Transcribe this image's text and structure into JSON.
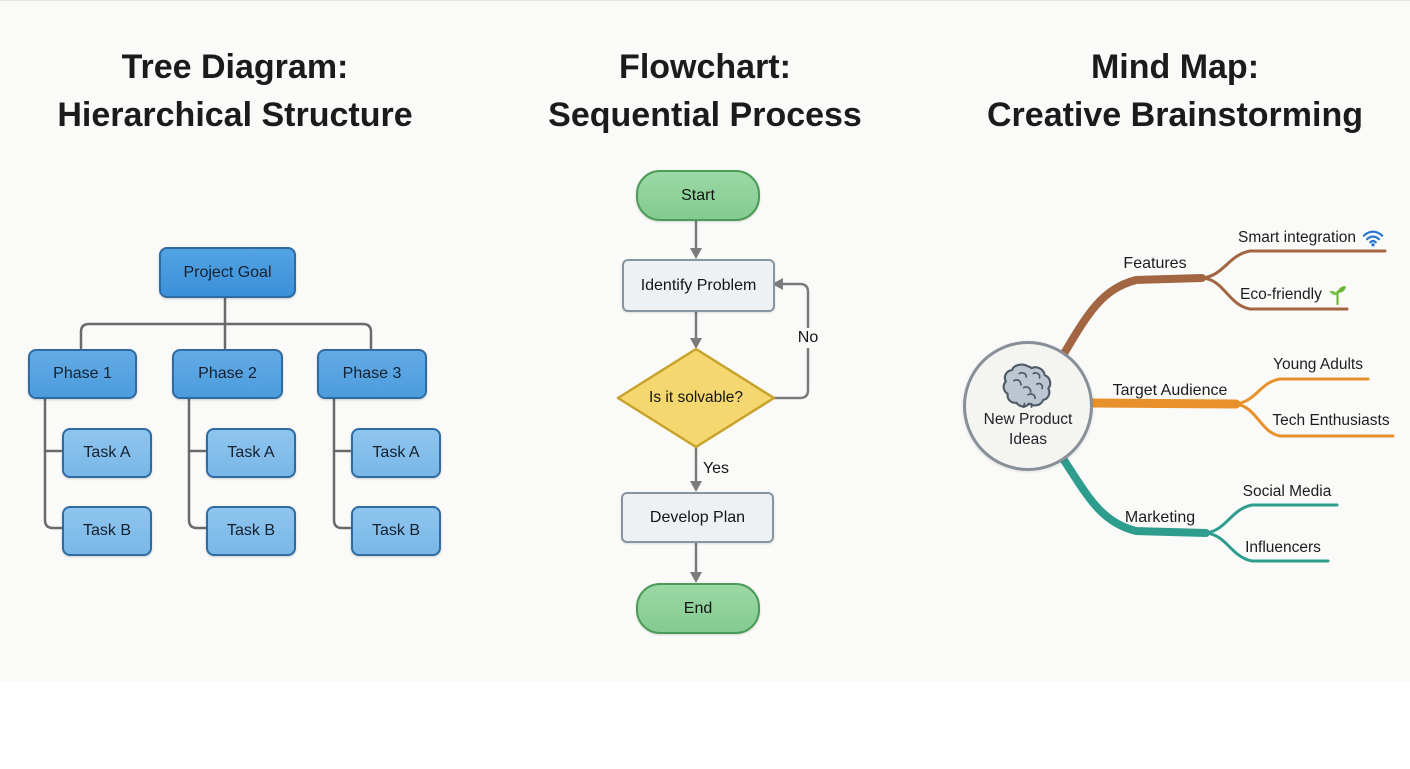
{
  "panels": {
    "tree": {
      "title1": "Tree Diagram:",
      "title2": "Hierarchical Structure",
      "root": "Project Goal",
      "phases": [
        "Phase 1",
        "Phase 2",
        "Phase 3"
      ],
      "tasks": [
        "Task A",
        "Task B"
      ],
      "colors": {
        "root_fill": "#3b90d8",
        "phase_fill": "#4c9cde",
        "task_fill": "#79b7e7",
        "node_border": "#2e6ba3",
        "connector": "#6a6a6a"
      }
    },
    "flow": {
      "title1": "Flowchart:",
      "title2": "Sequential Process",
      "start": "Start",
      "step1": "Identify Problem",
      "decision": "Is it solvable?",
      "no": "No",
      "yes": "Yes",
      "step2": "Develop Plan",
      "end": "End",
      "colors": {
        "terminal_fill": "#8fd19b",
        "terminal_border": "#4c9b58",
        "process_fill": "#eef1f4",
        "process_border": "#8695a2",
        "decision_fill": "#f4d76f",
        "decision_border": "#c9a22b",
        "arrow": "#7b7b7b"
      }
    },
    "mind": {
      "title1": "Mind Map:",
      "title2": "Creative Brainstorming",
      "center1": "New Product",
      "center2": "Ideas",
      "branches": [
        {
          "label": "Features",
          "color": "#a26742",
          "children": [
            {
              "label": "Smart integration",
              "icon": "wifi-icon"
            },
            {
              "label": "Eco-friendly",
              "icon": "sprout-icon"
            }
          ]
        },
        {
          "label": "Target Audience",
          "color": "#e8912c",
          "children": [
            {
              "label": "Young Adults"
            },
            {
              "label": "Tech Enthusiasts"
            }
          ]
        },
        {
          "label": "Marketing",
          "color": "#2e9d8e",
          "children": [
            {
              "label": "Social Media"
            },
            {
              "label": "Influencers"
            }
          ]
        }
      ],
      "icon_colors": {
        "wifi": "#2575d0",
        "sprout": "#68b532"
      },
      "center_icon": "brain-icon"
    }
  }
}
